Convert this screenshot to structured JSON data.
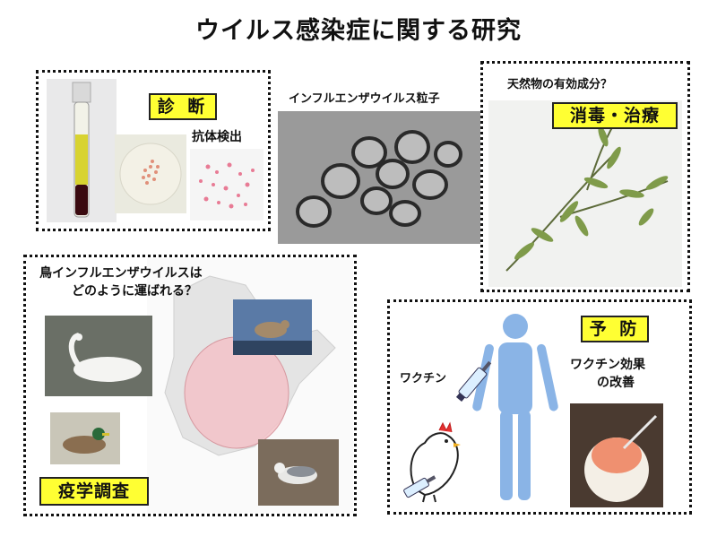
{
  "page": {
    "title": "ウイルス感染症に関する研究"
  },
  "diagnosis": {
    "tag": "診 断",
    "sublabel": "抗体検出"
  },
  "particle": {
    "caption": "インフルエンザウイルス粒子"
  },
  "treatment": {
    "caption": "天然物の有効成分？",
    "tag": "消毒・治療"
  },
  "epidemiology": {
    "question_line1": "鳥インフルエンザウイルスは",
    "question_line2": "どのように運ばれる？",
    "tag": "疫学調査"
  },
  "prevention": {
    "tag": "予 防",
    "vaccine_label": "ワクチン",
    "improve_line1": "ワクチン効果",
    "improve_line2": "の改善"
  }
}
